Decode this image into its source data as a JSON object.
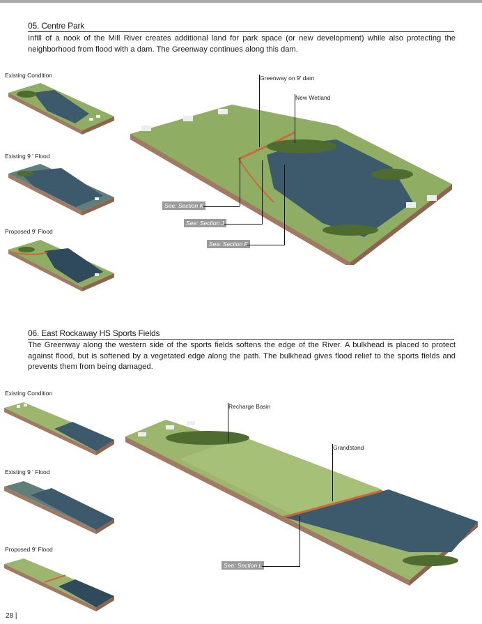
{
  "section1": {
    "title": "05. Centre Park",
    "paragraph": "Infill of a nook of the Mill River creates additional land for park space (or new development) while also protecting the neighborhood from flood with a dam.  The Greenway continues along this dam.",
    "thumbs": [
      {
        "label": "Existing Condition"
      },
      {
        "label": "Existing 9 ' Flood"
      },
      {
        "label": "Proposed 9' Flood"
      }
    ],
    "callouts": {
      "greenway": "Greenway on 9' dam",
      "wetland": "New Wetland",
      "section_k": "See: Section K",
      "section_j": "See: Section J",
      "section_f": "See: Section F"
    }
  },
  "section2": {
    "title": "06. East Rockaway HS Sports Fields",
    "paragraph": "The Greenway along the western side of the sports fields softens the edge of the River.  A bulkhead is placed to protect against flood, but is softened by a vegetated edge along the path.  The bulkhead gives flood relief to the sports fields and prevents them from being damaged.",
    "thumbs": [
      {
        "label": "Existing Condition"
      },
      {
        "label": "Existing 9 ' Flood"
      },
      {
        "label": "Proposed 9' Flood"
      }
    ],
    "callouts": {
      "recharge": "Recharge Basin",
      "grandstand": "Grandstand",
      "section_l": "See: Section L"
    }
  },
  "page_number": "28 |",
  "colors": {
    "water": "#3d5a6c",
    "grass": "#8fae63",
    "trees": "#4e6b30",
    "soil": "#a07a62",
    "path": "#c96a3c"
  }
}
